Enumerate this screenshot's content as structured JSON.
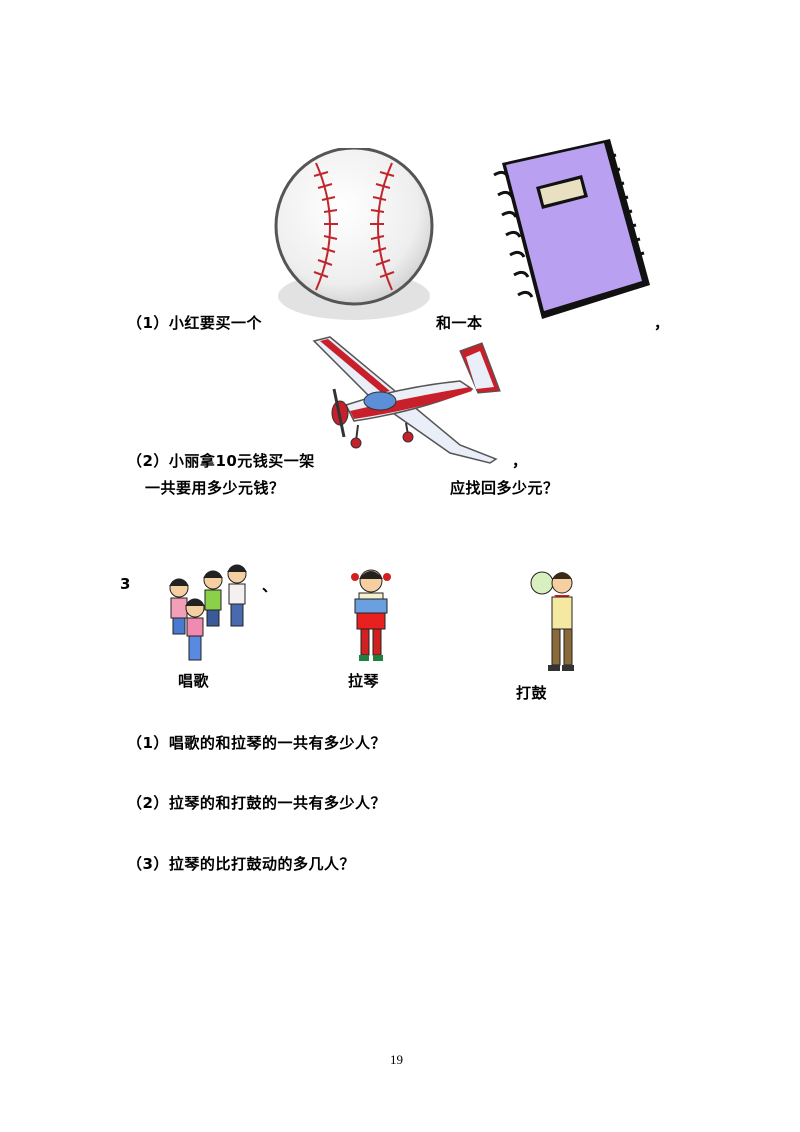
{
  "q2": {
    "line1_prefix": "（1）小红要买一个",
    "line1_mid": "和一本",
    "line1_end": "，",
    "line2_prefix": "（2）小丽拿10元钱买一架",
    "line2_end": "，",
    "sub_a": "一共要用多少元钱？",
    "sub_b": "应找回多少元？"
  },
  "q3": {
    "number": "3",
    "separator": "、",
    "labels": {
      "singing": "唱歌",
      "violin": "拉琴",
      "drum": "打鼓"
    },
    "questions": [
      "（1）唱歌的和拉琴的一共有多少人？",
      "（2）拉琴的和打鼓的一共有多少人？",
      "（3）拉琴的比打鼓动的多几人？"
    ]
  },
  "page_number": "19",
  "colors": {
    "ball_seam": "#c0262d",
    "notebook": "#b9a0f0",
    "plane_red": "#c8202a",
    "plane_window": "#5b8fd8"
  }
}
